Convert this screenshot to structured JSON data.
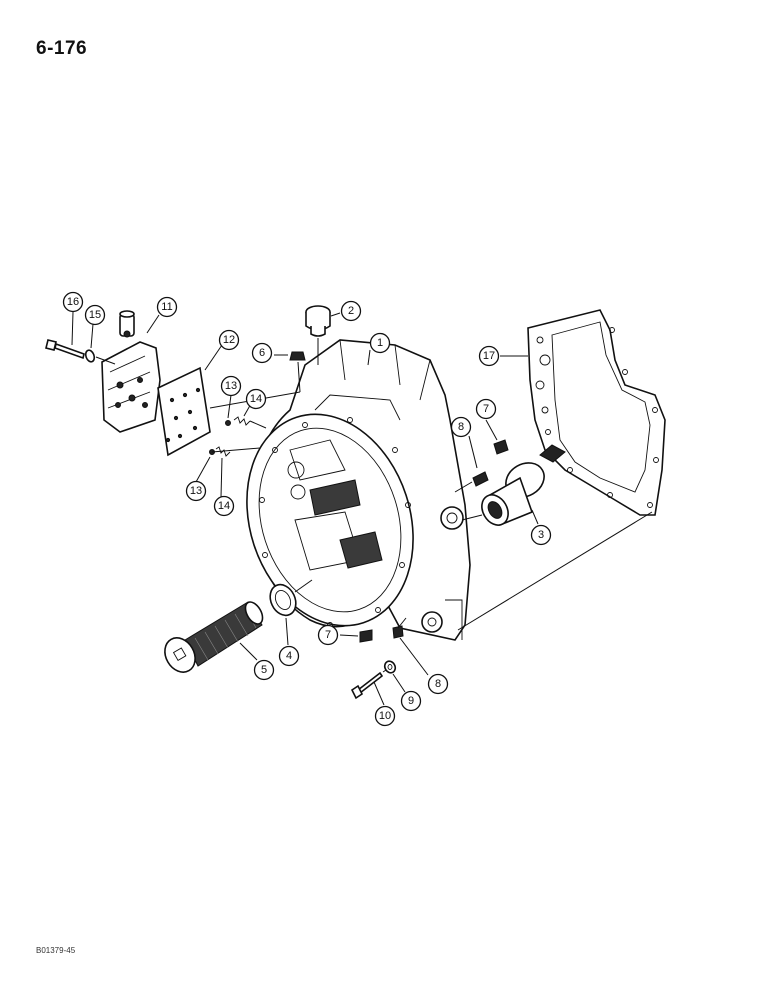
{
  "page": {
    "number": "6-176",
    "figure_code": "B01379-45"
  },
  "callouts": [
    {
      "id": "c1",
      "label": "1"
    },
    {
      "id": "c2",
      "label": "2"
    },
    {
      "id": "c3",
      "label": "3"
    },
    {
      "id": "c4",
      "label": "4"
    },
    {
      "id": "c5",
      "label": "5"
    },
    {
      "id": "c6",
      "label": "6"
    },
    {
      "id": "c7a",
      "label": "7"
    },
    {
      "id": "c7b",
      "label": "7"
    },
    {
      "id": "c8a",
      "label": "8"
    },
    {
      "id": "c8b",
      "label": "8"
    },
    {
      "id": "c9",
      "label": "9"
    },
    {
      "id": "c10",
      "label": "10"
    },
    {
      "id": "c11",
      "label": "11"
    },
    {
      "id": "c12",
      "label": "12"
    },
    {
      "id": "c13a",
      "label": "13"
    },
    {
      "id": "c13b",
      "label": "13"
    },
    {
      "id": "c14a",
      "label": "14"
    },
    {
      "id": "c14b",
      "label": "14"
    },
    {
      "id": "c15",
      "label": "15"
    },
    {
      "id": "c16",
      "label": "16"
    },
    {
      "id": "c17",
      "label": "17"
    }
  ]
}
